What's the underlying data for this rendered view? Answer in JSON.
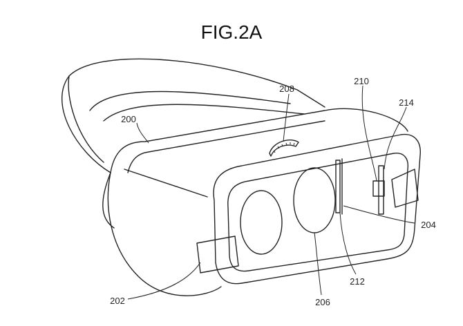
{
  "figure": {
    "title": "FIG.2A",
    "labels": {
      "headset": "200",
      "strap_clip_left": "202",
      "rail": "204",
      "lens_right": "206",
      "focus_wheel": "208",
      "connector": "210",
      "slot": "212",
      "strap_clip_right": "214"
    }
  }
}
